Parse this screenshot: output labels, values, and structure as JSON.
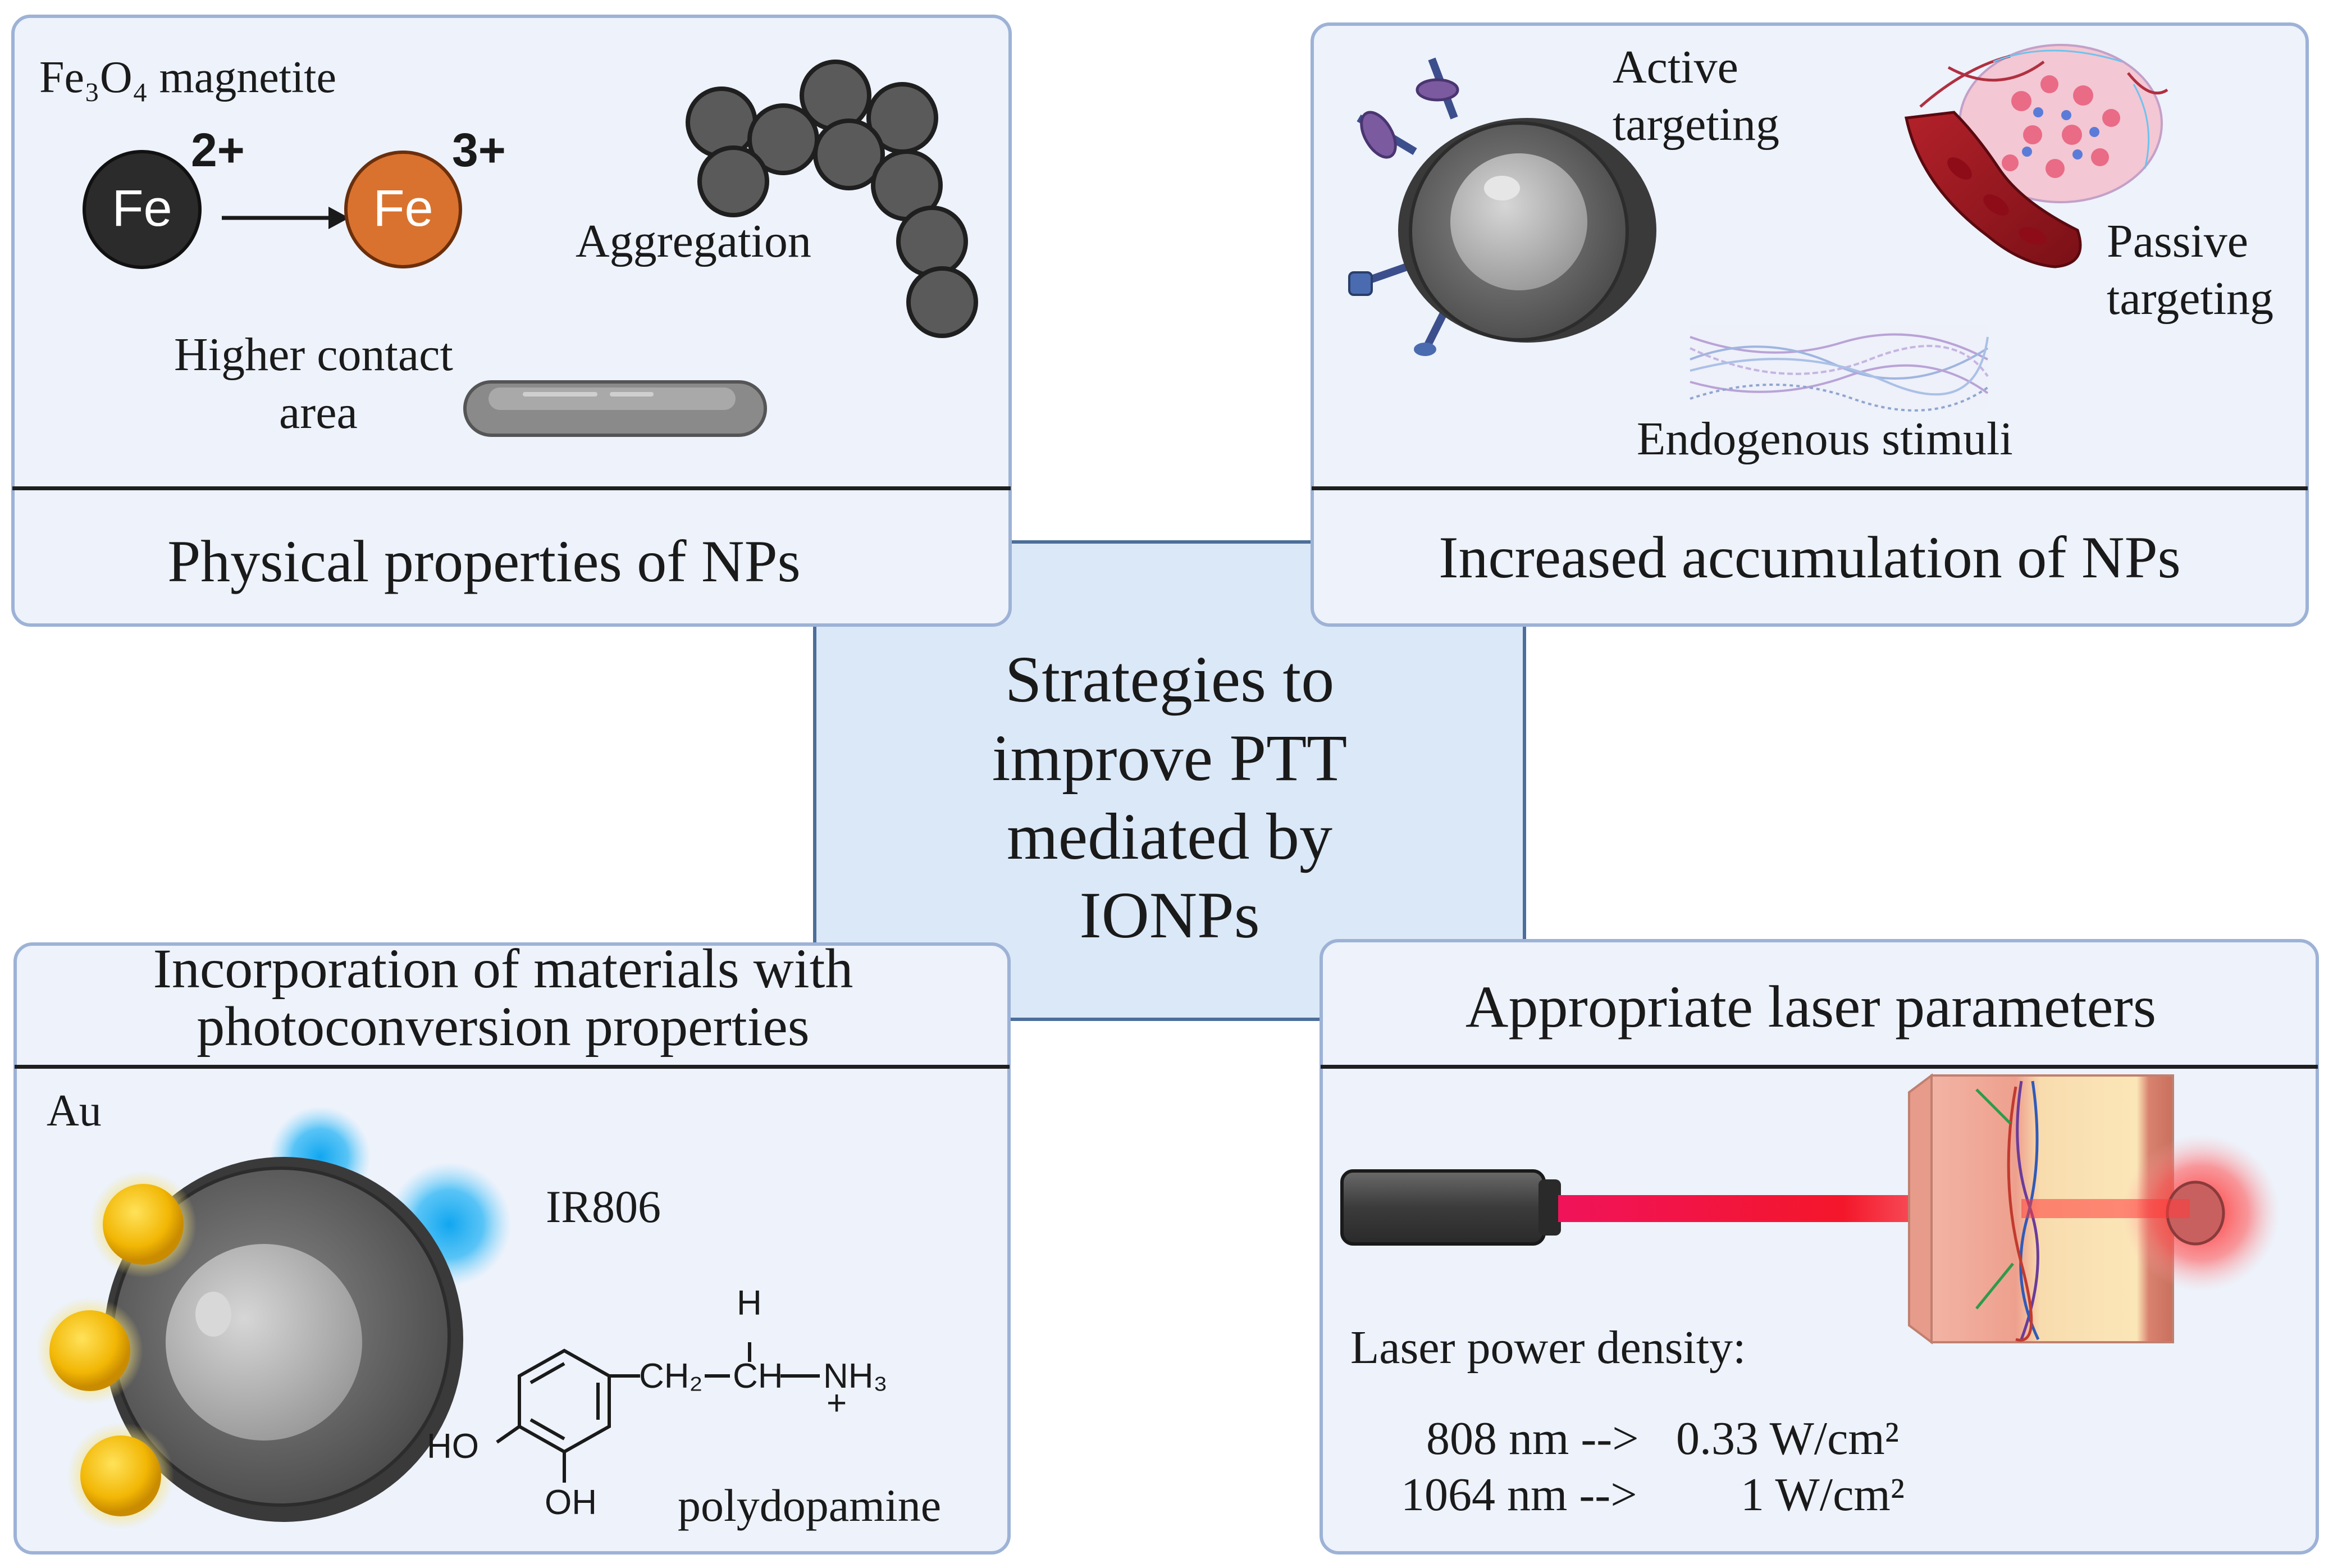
{
  "center": {
    "lines": [
      "Strategies  to",
      "improve  PTT",
      "mediated  by",
      "IONPs"
    ]
  },
  "panel_physical": {
    "title": "Physical properties of NPs",
    "magnetite": "Fe₃O₄ magnetite",
    "fe_left": "Fe",
    "fe_left_charge": "2+",
    "fe_right": "Fe",
    "fe_right_charge": "3+",
    "aggregation": "Aggregation",
    "contact_line1": "Higher contact",
    "contact_line2": "area"
  },
  "panel_accumulation": {
    "title": "Increased accumulation of NPs",
    "active_line1": "Active",
    "active_line2": "targeting",
    "passive_line1": "Passive",
    "passive_line2": "targeting",
    "endogenous": "Endogenous stimuli"
  },
  "panel_materials": {
    "title_line1": "Incorporation of materials with",
    "title_line2": "photoconversion properties",
    "au": "Au",
    "ir806": "IR806",
    "polydopamine": "polydopamine",
    "chem_ch2": "CH₂",
    "chem_ch": "CH",
    "chem_h": "H",
    "chem_nh3": "NH₃",
    "chem_plus": "+",
    "chem_ho": "HO",
    "chem_oh": "OH"
  },
  "panel_laser": {
    "title": "Appropriate laser parameters",
    "density_label": "Laser power density:",
    "row1_wl": "808 nm -->",
    "row1_val": "0.33 W/cm²",
    "row2_wl": "1064 nm -->",
    "row2_val": "1 W/cm²"
  },
  "colors": {
    "panel_fill": "#edf2fb",
    "panel_border": "#9db2d6",
    "center_fill": "#dbe8f7",
    "center_border": "#4c6e9a",
    "fe2": "#2b2b2b",
    "fe3": "#d9722e",
    "laser_beam": "#f0135a",
    "gold": "#f2b705",
    "dye_glow": "#18a8ee"
  }
}
